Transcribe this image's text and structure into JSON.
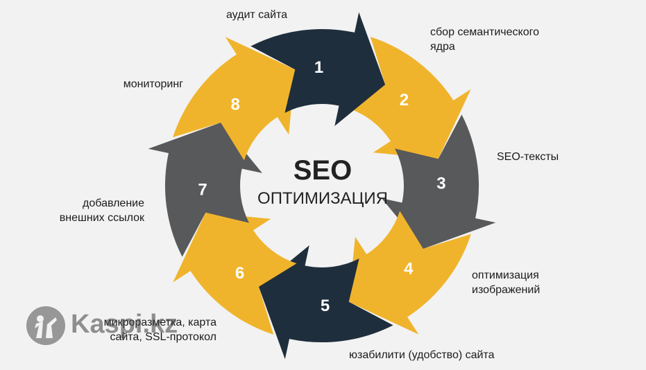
{
  "title": "SEO",
  "subtitle": "ОПТИМИЗАЦИЯ",
  "colors": {
    "navy": "#1f2e3c",
    "yellow": "#f0b42c",
    "gray": "#58595b",
    "number": "#ffffff",
    "background": "#f2f2f2"
  },
  "steps": [
    {
      "number": "1",
      "label": "аудит сайта",
      "color": "navy"
    },
    {
      "number": "2",
      "label": "сбор семантического\nядра",
      "color": "yellow"
    },
    {
      "number": "3",
      "label": "SEO-тексты",
      "color": "gray"
    },
    {
      "number": "4",
      "label": "оптимизация\nизображений",
      "color": "yellow"
    },
    {
      "number": "5",
      "label": "юзабилити (удобство) сайта",
      "color": "navy"
    },
    {
      "number": "6",
      "label": "микроразметка, карта\nсайта, SSL-протокол",
      "color": "yellow"
    },
    {
      "number": "7",
      "label": "добавление\nвнешних ссылок",
      "color": "gray"
    },
    {
      "number": "8",
      "label": "мониторинг",
      "color": "yellow"
    }
  ],
  "watermark": {
    "text": "Kaspi.kz",
    "icon": "kaspi-logo-icon"
  }
}
